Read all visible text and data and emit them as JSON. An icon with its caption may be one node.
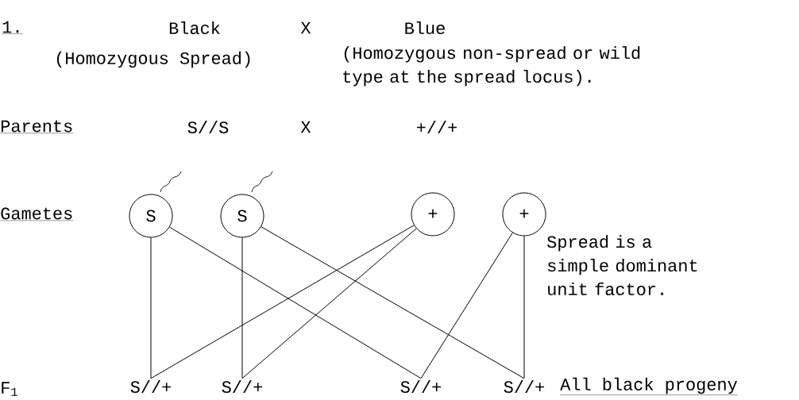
{
  "diagram": {
    "nodes": [
      {
        "text": [
          "S"
        ]
      },
      {
        "text": [
          "S"
        ]
      },
      {
        "text": [
          "+"
        ]
      },
      {
        "text": [
          "+"
        ]
      },
      {
        "text": [
          "S//+"
        ]
      },
      {
        "text": [
          "S//+"
        ]
      },
      {
        "text": [
          "S//+"
        ]
      },
      {
        "text": [
          "S//+"
        ]
      }
    ],
    "edges": [
      {
        "from": 0,
        "to": 4,
        "arrow": "none"
      },
      {
        "from": 0,
        "to": 6,
        "arrow": "none"
      },
      {
        "from": 1,
        "to": 5,
        "arrow": "none"
      },
      {
        "from": 1,
        "to": 7,
        "arrow": "none"
      },
      {
        "from": 2,
        "to": 4,
        "arrow": "none"
      },
      {
        "from": 2,
        "to": 5,
        "arrow": "none"
      },
      {
        "from": 3,
        "to": 6,
        "arrow": "none"
      },
      {
        "from": 3,
        "to": 7,
        "arrow": "none"
      }
    ],
    "labels": [
      "1.",
      "Black",
      "X",
      "Blue",
      "(Homozygous Spread)",
      "(Homozygous non-spread or wild type at the spread locus).",
      "Parents",
      "S//S",
      "X",
      "+//+",
      "Gametes",
      "Spread is a simple dominant unit factor.",
      "F$_{1}$",
      "All black progeny"
    ]
  }
}
